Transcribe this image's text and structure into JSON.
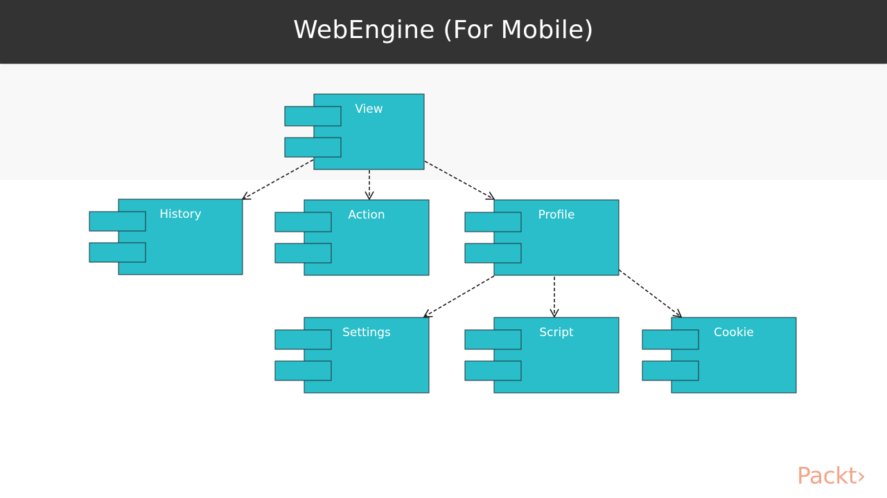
{
  "title": "WebEngine (For Mobile)",
  "brand": "Packt›",
  "colors": {
    "title_bar": "#333333",
    "component_fill": "#29bec9",
    "component_stroke": "#1d2f33",
    "arrow": "#1a1a1a",
    "brand": "#f2a48a"
  },
  "components": [
    {
      "id": "view",
      "label": "View"
    },
    {
      "id": "history",
      "label": "History"
    },
    {
      "id": "action",
      "label": "Action"
    },
    {
      "id": "profile",
      "label": "Profile"
    },
    {
      "id": "settings",
      "label": "Settings"
    },
    {
      "id": "script",
      "label": "Script"
    },
    {
      "id": "cookie",
      "label": "Cookie"
    }
  ],
  "dependencies": [
    {
      "from": "view",
      "to": "history"
    },
    {
      "from": "view",
      "to": "action"
    },
    {
      "from": "view",
      "to": "profile"
    },
    {
      "from": "profile",
      "to": "settings"
    },
    {
      "from": "profile",
      "to": "script"
    },
    {
      "from": "profile",
      "to": "cookie"
    }
  ]
}
